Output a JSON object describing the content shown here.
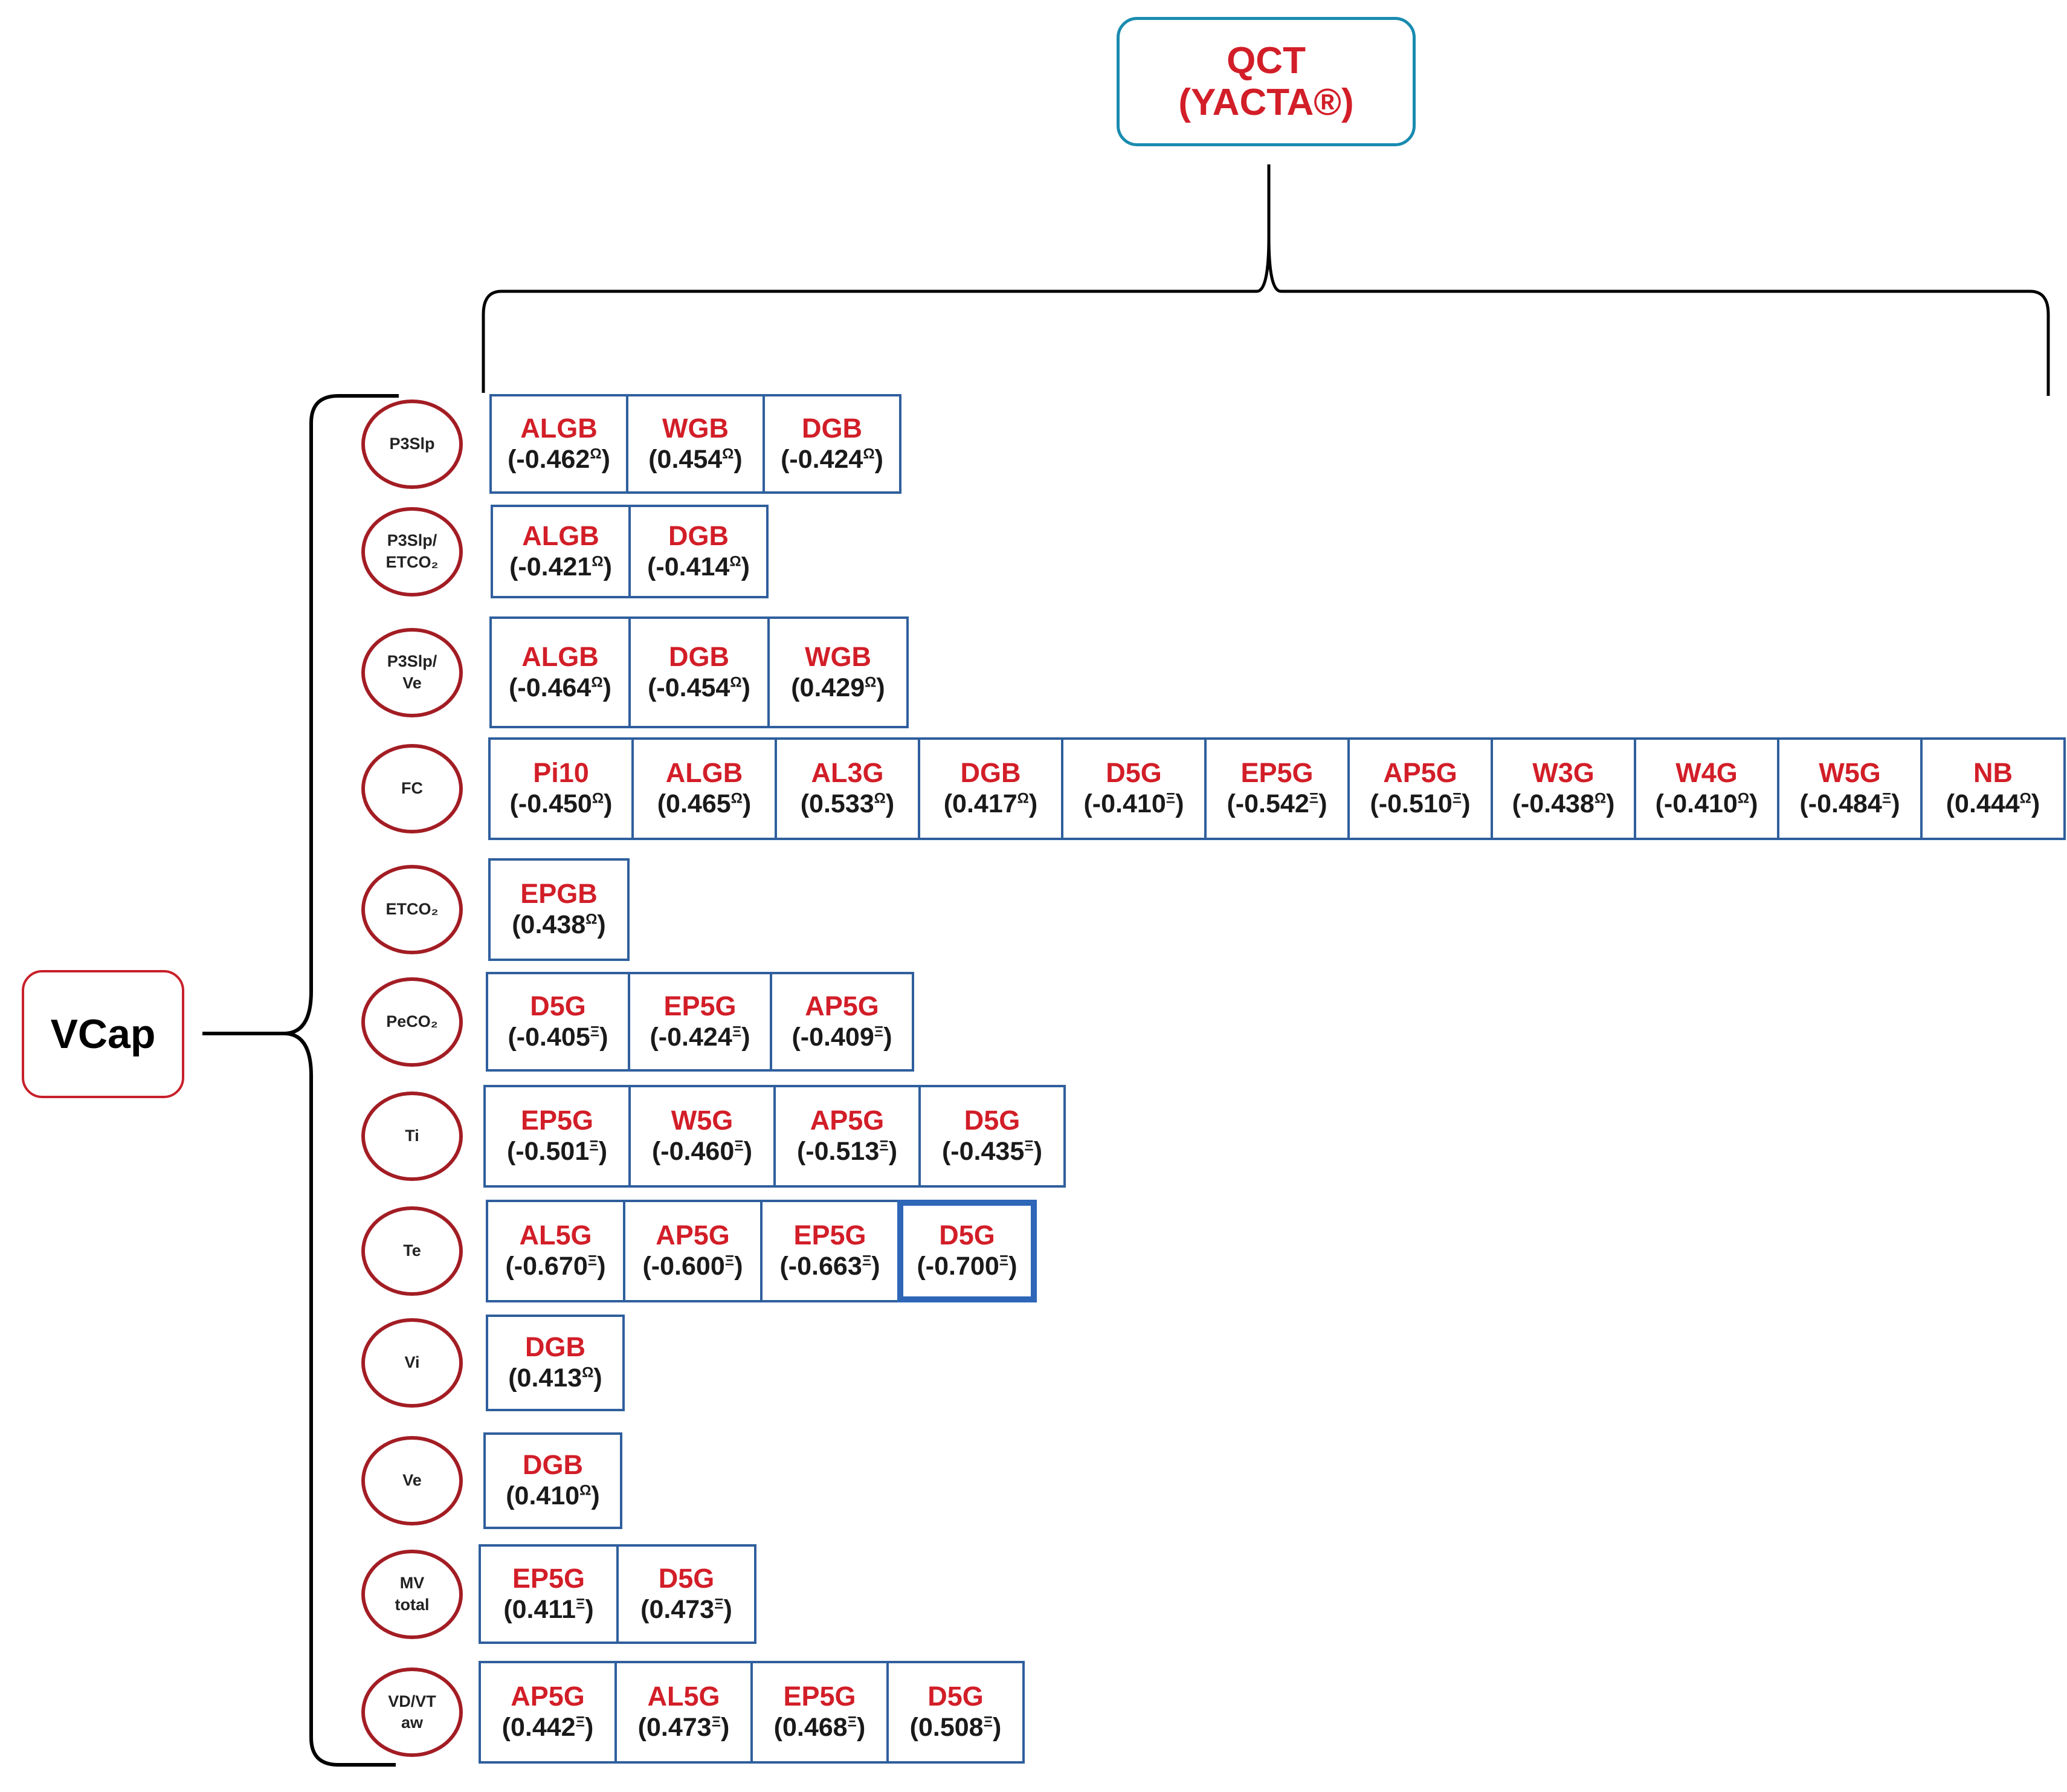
{
  "root": {
    "label": "VCap"
  },
  "target": {
    "line1": "QCT",
    "line2": "(YACTA®)"
  },
  "rows": [
    {
      "variable": [
        "P3Slp"
      ],
      "cells": [
        {
          "abbr": "ALGB",
          "value": "(-0.462",
          "mark": "Ω",
          "close": ")"
        },
        {
          "abbr": "WGB",
          "value": "(0.454",
          "mark": "Ω",
          "close": ")"
        },
        {
          "abbr": "DGB",
          "value": "(-0.424",
          "mark": "Ω",
          "close": ")"
        }
      ]
    },
    {
      "variable": [
        "P3Slp/",
        "ETCO₂"
      ],
      "cells": [
        {
          "abbr": "ALGB",
          "value": "(-0.421",
          "mark": "Ω",
          "close": ")"
        },
        {
          "abbr": "DGB",
          "value": "(-0.414",
          "mark": "Ω",
          "close": ")"
        }
      ]
    },
    {
      "variable": [
        "P3Slp/",
        "Ve"
      ],
      "cells": [
        {
          "abbr": "ALGB",
          "value": "(-0.464",
          "mark": "Ω",
          "close": ")"
        },
        {
          "abbr": "DGB",
          "value": "(-0.454",
          "mark": "Ω",
          "close": ")"
        },
        {
          "abbr": "WGB",
          "value": "(0.429",
          "mark": "Ω",
          "close": ")"
        }
      ]
    },
    {
      "variable": [
        "FC"
      ],
      "cells": [
        {
          "abbr": "Pi10",
          "value": "(-0.450",
          "mark": "Ω",
          "close": ")"
        },
        {
          "abbr": "ALGB",
          "value": "(0.465",
          "mark": "Ω",
          "close": ")"
        },
        {
          "abbr": "AL3G",
          "value": "(0.533",
          "mark": "Ω",
          "close": ")"
        },
        {
          "abbr": "DGB",
          "value": "(0.417",
          "mark": "Ω",
          "close": ")"
        },
        {
          "abbr": "D5G",
          "value": "(-0.410",
          "mark": "Ξ",
          "close": ")"
        },
        {
          "abbr": "EP5G",
          "value": "(-0.542",
          "mark": "Ξ",
          "close": ")"
        },
        {
          "abbr": "AP5G",
          "value": "(-0.510",
          "mark": "Ξ",
          "close": ")"
        },
        {
          "abbr": "W3G",
          "value": "(-0.438",
          "mark": "Ω",
          "close": ")"
        },
        {
          "abbr": "W4G",
          "value": "(-0.410",
          "mark": "Ω",
          "close": ")"
        },
        {
          "abbr": "W5G",
          "value": "(-0.484",
          "mark": "Ξ",
          "close": ")"
        },
        {
          "abbr": "NB",
          "value": "(0.444",
          "mark": "Ω",
          "close": ")"
        }
      ]
    },
    {
      "variable": [
        "ETCO₂"
      ],
      "cells": [
        {
          "abbr": "EPGB",
          "value": "(0.438",
          "mark": "Ω",
          "close": ")"
        }
      ]
    },
    {
      "variable": [
        "PeCO₂"
      ],
      "cells": [
        {
          "abbr": "D5G",
          "value": "(-0.405",
          "mark": "Ξ",
          "close": ")"
        },
        {
          "abbr": "EP5G",
          "value": "(-0.424",
          "mark": "Ξ",
          "close": ")"
        },
        {
          "abbr": "AP5G",
          "value": "(-0.409",
          "mark": "Ξ",
          "close": ")"
        }
      ]
    },
    {
      "variable": [
        "Ti"
      ],
      "cells": [
        {
          "abbr": "EP5G",
          "value": "(-0.501",
          "mark": "Ξ",
          "close": ")"
        },
        {
          "abbr": "W5G",
          "value": "(-0.460",
          "mark": "Ξ",
          "close": ")"
        },
        {
          "abbr": "AP5G",
          "value": "(-0.513",
          "mark": "Ξ",
          "close": ")"
        },
        {
          "abbr": "D5G",
          "value": "(-0.435",
          "mark": "Ξ",
          "close": ")"
        }
      ]
    },
    {
      "variable": [
        "Te"
      ],
      "cells": [
        {
          "abbr": "AL5G",
          "value": "(-0.670",
          "mark": "Ξ",
          "close": ")"
        },
        {
          "abbr": "AP5G",
          "value": "(-0.600",
          "mark": "Ξ",
          "close": ")"
        },
        {
          "abbr": "EP5G",
          "value": "(-0.663",
          "mark": "Ξ",
          "close": ")"
        },
        {
          "abbr": "D5G",
          "value": "(-0.700",
          "mark": "Ξ",
          "close": ")",
          "highlight": true
        }
      ]
    },
    {
      "variable": [
        "Vi"
      ],
      "cells": [
        {
          "abbr": "DGB",
          "value": "(0.413",
          "mark": "Ω",
          "close": ")"
        }
      ]
    },
    {
      "variable": [
        "Ve"
      ],
      "cells": [
        {
          "abbr": "DGB",
          "value": "(0.410",
          "mark": "Ω",
          "close": ")"
        }
      ]
    },
    {
      "variable": [
        "MV",
        "total"
      ],
      "cells": [
        {
          "abbr": "EP5G",
          "value": "(0.411",
          "mark": "Ξ",
          "close": ")"
        },
        {
          "abbr": "D5G",
          "value": "(0.473",
          "mark": "Ξ",
          "close": ")"
        }
      ]
    },
    {
      "variable": [
        "VD/VT",
        "aw"
      ],
      "cells": [
        {
          "abbr": "AP5G",
          "value": "(0.442",
          "mark": "Ξ",
          "close": ")"
        },
        {
          "abbr": "AL5G",
          "value": "(0.473",
          "mark": "Ξ",
          "close": ")"
        },
        {
          "abbr": "EP5G",
          "value": "(0.468",
          "mark": "Ξ",
          "close": ")"
        },
        {
          "abbr": "D5G",
          "value": "(0.508",
          "mark": "Ξ",
          "close": ")"
        }
      ]
    }
  ]
}
